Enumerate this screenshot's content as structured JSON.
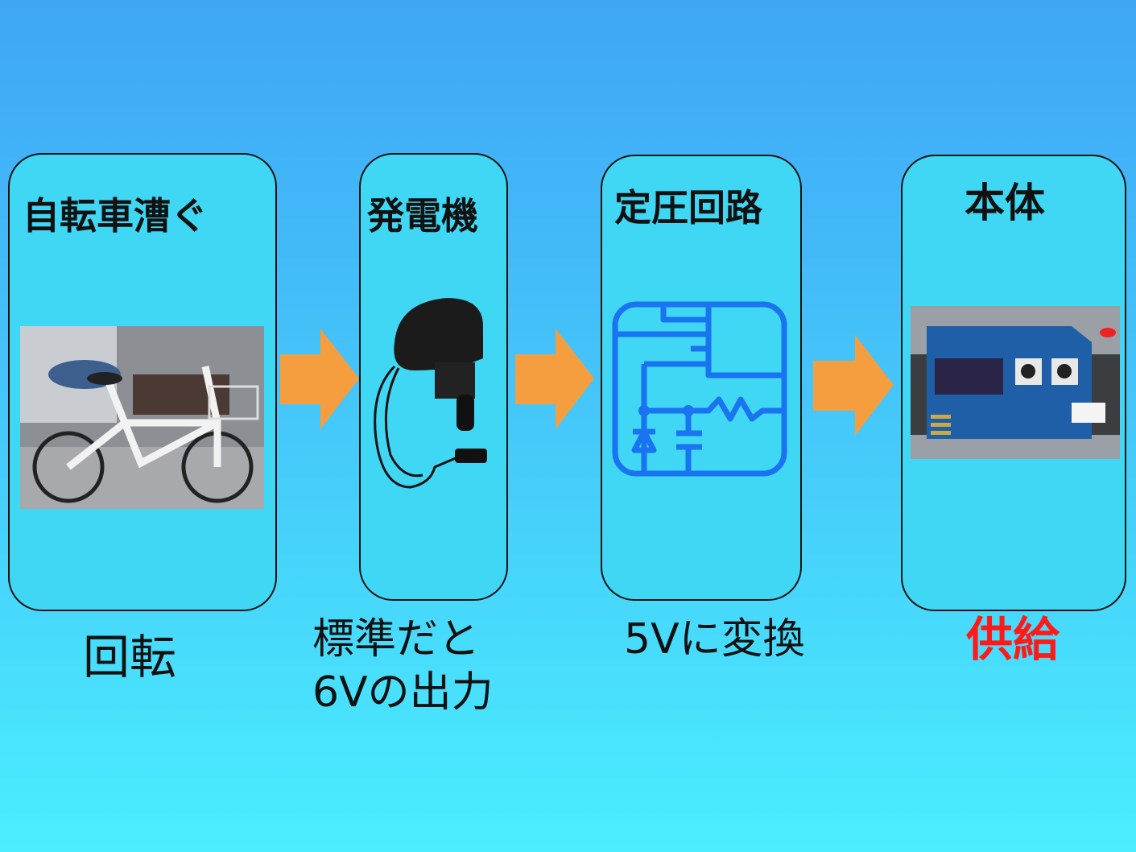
{
  "steps": [
    {
      "title": "自転車漕ぐ",
      "caption": "回転",
      "image": "bicycle-photo"
    },
    {
      "title": "発電機",
      "caption_lines": [
        "標準だと",
        "6Vの出力"
      ],
      "image": "generator-photo"
    },
    {
      "title": "定圧回路",
      "caption": "5Vに変換",
      "image": "circuit-icon"
    },
    {
      "title": "本体",
      "caption": "供給",
      "image": "circuit-board-photo"
    }
  ],
  "colors": {
    "background_top": "#3fa6f6",
    "background_bottom": "#4aeefe",
    "box_fill": "#40d7f4",
    "arrow": "#f59e3f",
    "circuit_icon": "#1a73f0",
    "highlight_caption": "#ff1a1a"
  },
  "arrow_icon": "arrow-right-icon"
}
